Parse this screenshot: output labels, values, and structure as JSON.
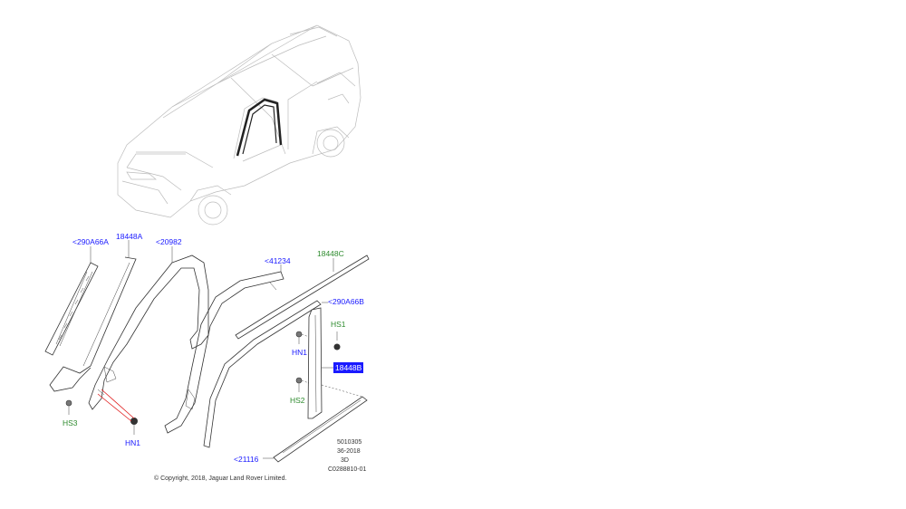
{
  "labels": {
    "a": "<290A66A",
    "b": "18448A",
    "c": "<20982",
    "d": "<41234",
    "e": "18448C",
    "f": "<290A66B",
    "hs1": "HS1",
    "hn1_right": "HN1",
    "highlight": "18448B",
    "hs2": "HS2",
    "hs3": "HS3",
    "hn1_left": "HN1",
    "g": "<21116"
  },
  "meta": {
    "line1": "5010305",
    "line2": "36-2018",
    "line3": "3D",
    "line4": "C0288810-01"
  },
  "copyright": "© Copyright, 2018, Jaguar Land Rover Limited.",
  "colors": {
    "callout_blue": "#1a1aff",
    "callout_green": "#2e8b2e",
    "highlight_red": "#e02020"
  }
}
